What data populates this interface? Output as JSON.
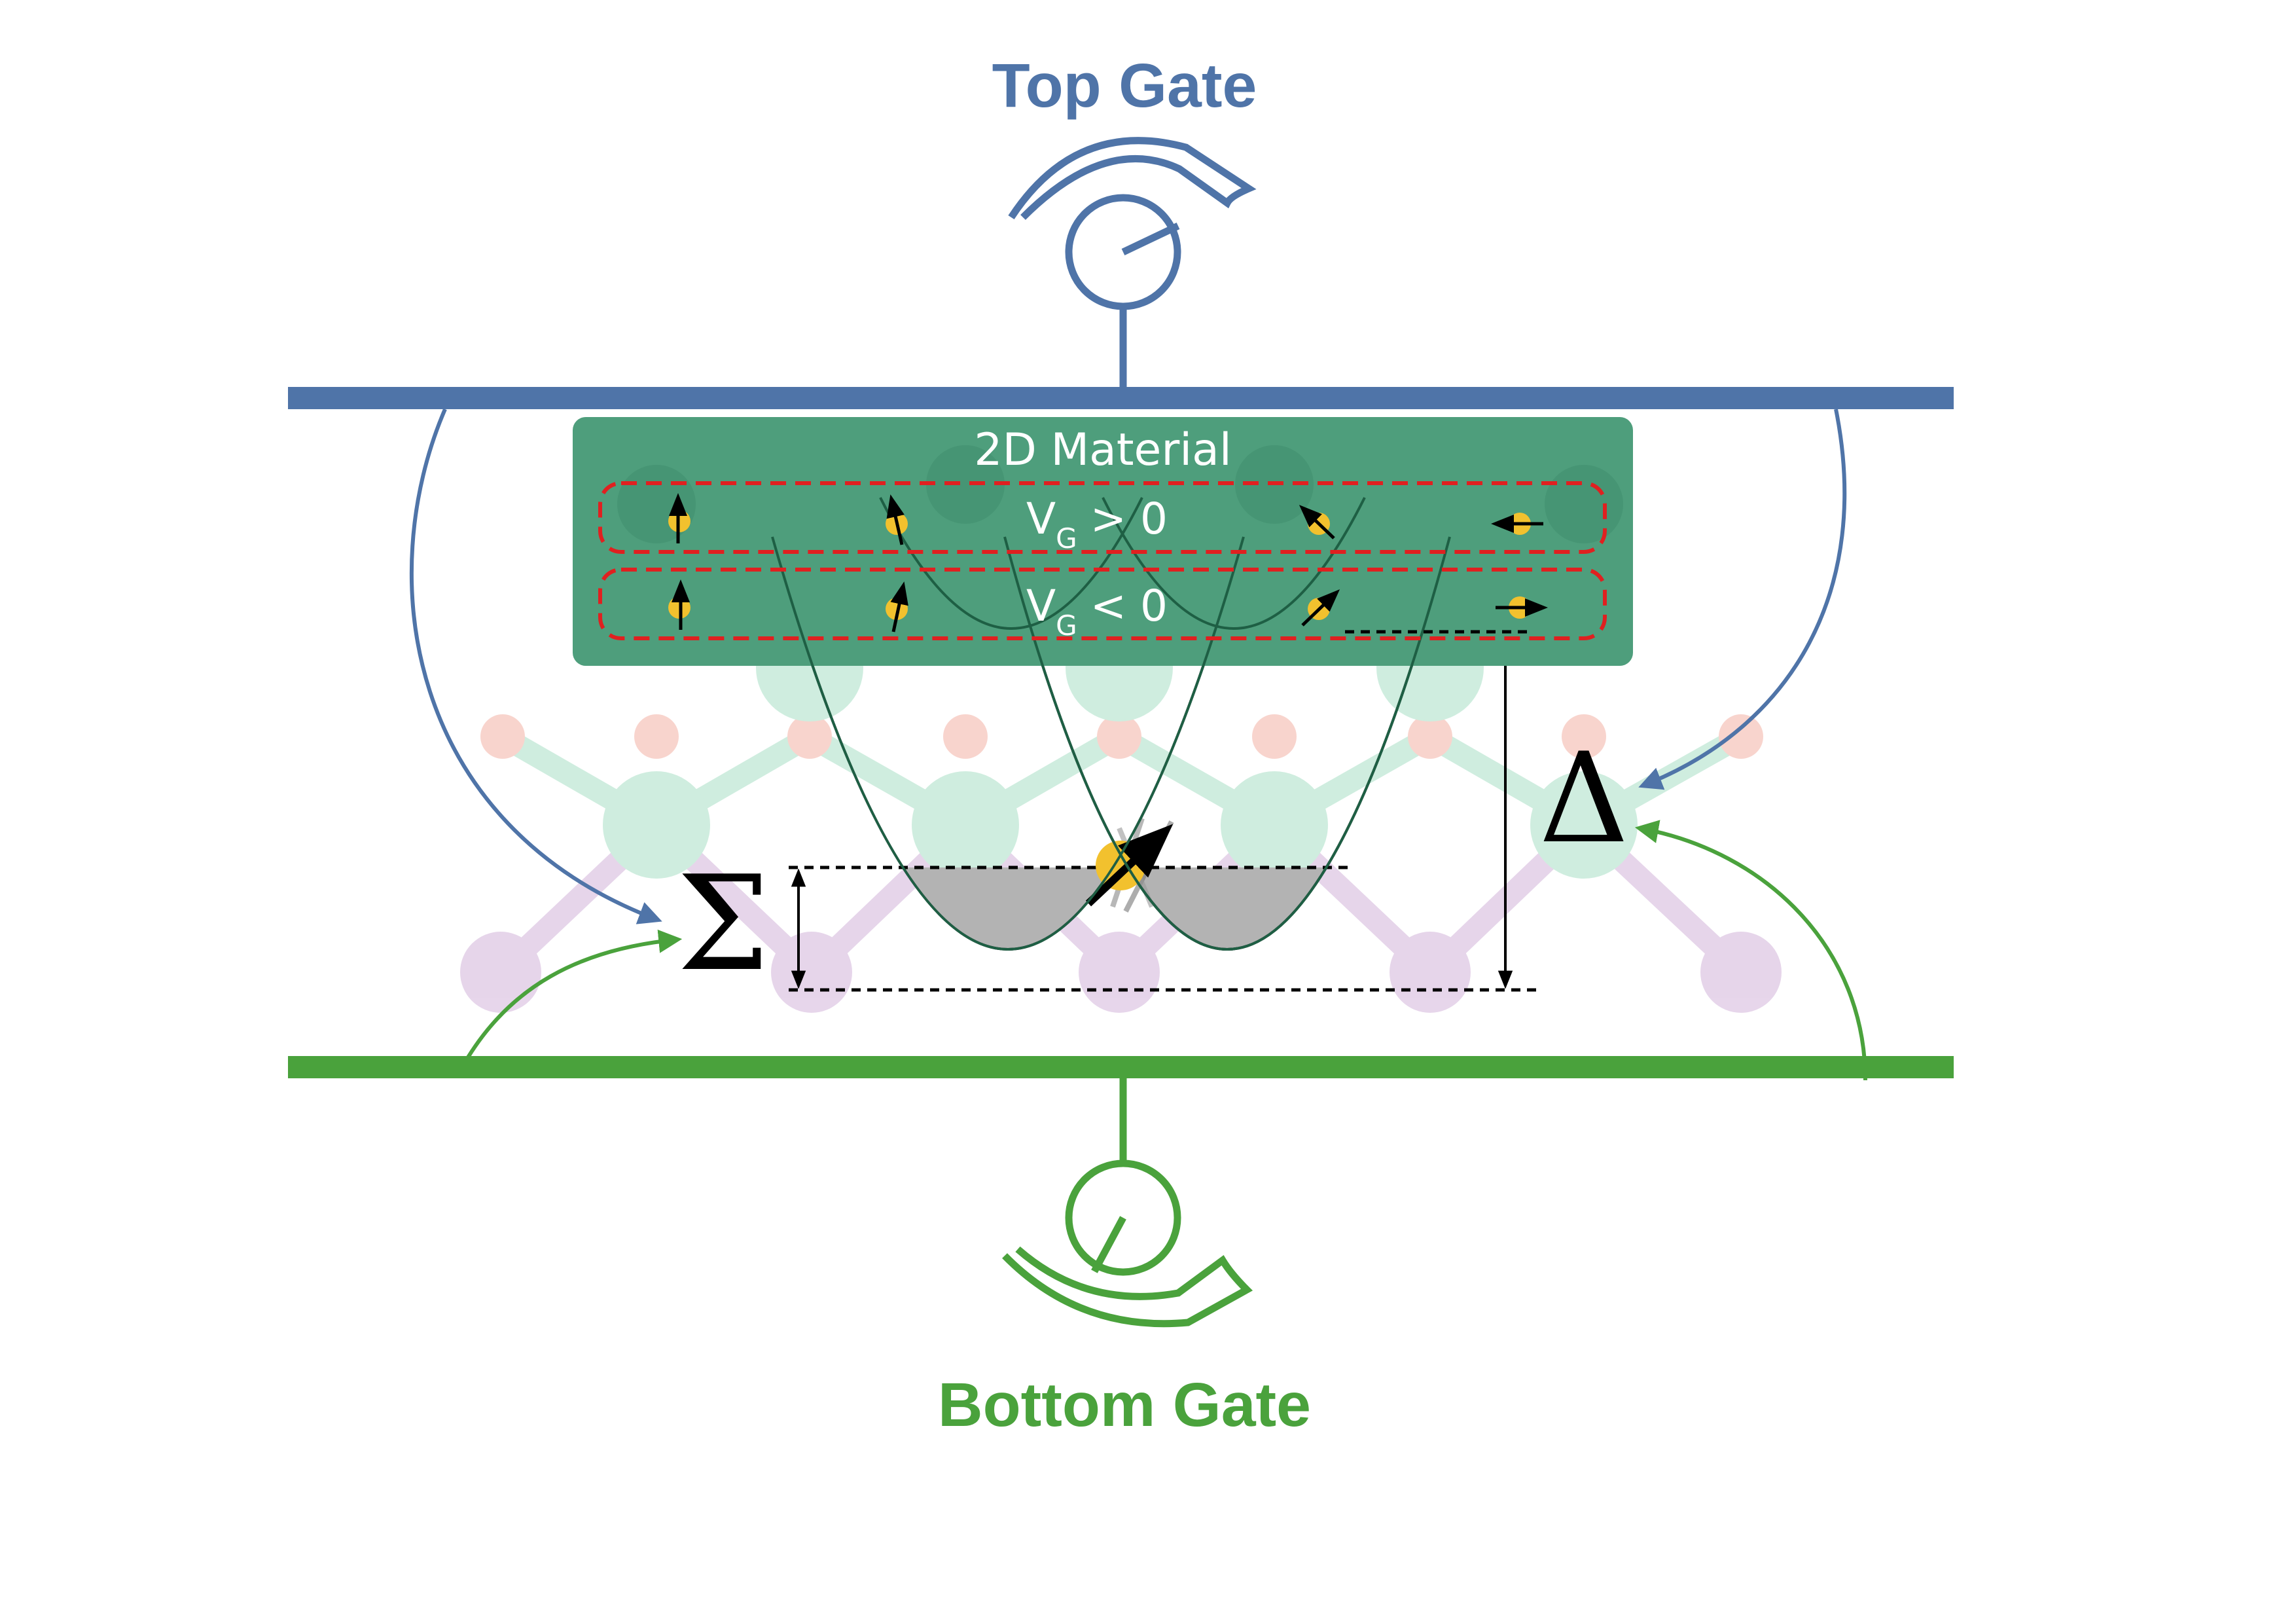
{
  "top_gate": {
    "label": "Top Gate",
    "color": "#4f74a8"
  },
  "bottom_gate": {
    "label": "Bottom Gate",
    "color": "#4aa23c"
  },
  "material": {
    "label": "2D Material",
    "fill": "#4e9e7c",
    "row_positive": {
      "v": "V",
      "sub": "G",
      "rel": "> 0"
    },
    "row_negative": {
      "v": "V",
      "sub": "G",
      "rel": "< 0"
    },
    "dash_color": "#e02020"
  },
  "symbols": {
    "sigma": "Σ",
    "delta": "Δ"
  },
  "colors": {
    "electron": "#f2c12e",
    "band_fill": "#b3b3b3",
    "lattice_green": "#a8e0c6",
    "lattice_pink": "#f4b1a6",
    "lattice_purple": "#d3b4da"
  }
}
